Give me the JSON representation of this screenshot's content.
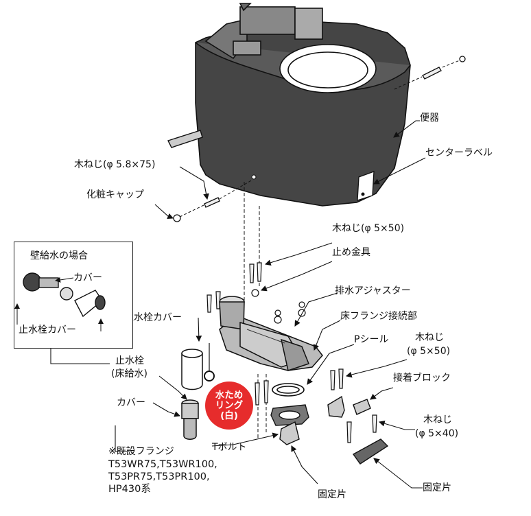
{
  "labels": {
    "toilet": "便器",
    "center_label": "センターラベル",
    "wood_screw_58x75": "木ねじ(φ 5.8×75)",
    "cosmetic_cap": "化粧キャップ",
    "wood_screw_5x50_top": "木ねじ(φ 5×50)",
    "stop_bracket": "止め金具",
    "drain_adjuster": "排水アジャスター",
    "floor_flange_joint": "床フランジ接続部",
    "p_seal": "Pシール",
    "wood_screw_5x50_right_l1": "木ねじ",
    "wood_screw_5x50_right_l2": "(φ 5×50)",
    "adhesive_block": "接着ブロック",
    "wood_screw_5x40_l1": "木ねじ",
    "wood_screw_5x40_l2": "(φ 5×40)",
    "fixing_piece_right": "固定片",
    "fixing_piece_bottom": "固定片",
    "t_bolt": "Tボルト",
    "stop_valve_cover": "止水栓カバー",
    "stop_valve_l1": "止水栓",
    "stop_valve_l2": "(床給水)",
    "cover": "カバー",
    "existing_flange_title": "※既設フランジ",
    "existing_flange_models": [
      "T53WR75,T53WR100,",
      "T53PR75,T53PR100,",
      "HP430系"
    ]
  },
  "inset": {
    "title": "壁給水の場合",
    "cover": "カバー",
    "stop_valve_cover": "止水栓カバー"
  },
  "badge": [
    "水ため",
    "リング",
    "(白)"
  ],
  "colors": {
    "badge": "#e62c2c",
    "line": "#111111"
  }
}
